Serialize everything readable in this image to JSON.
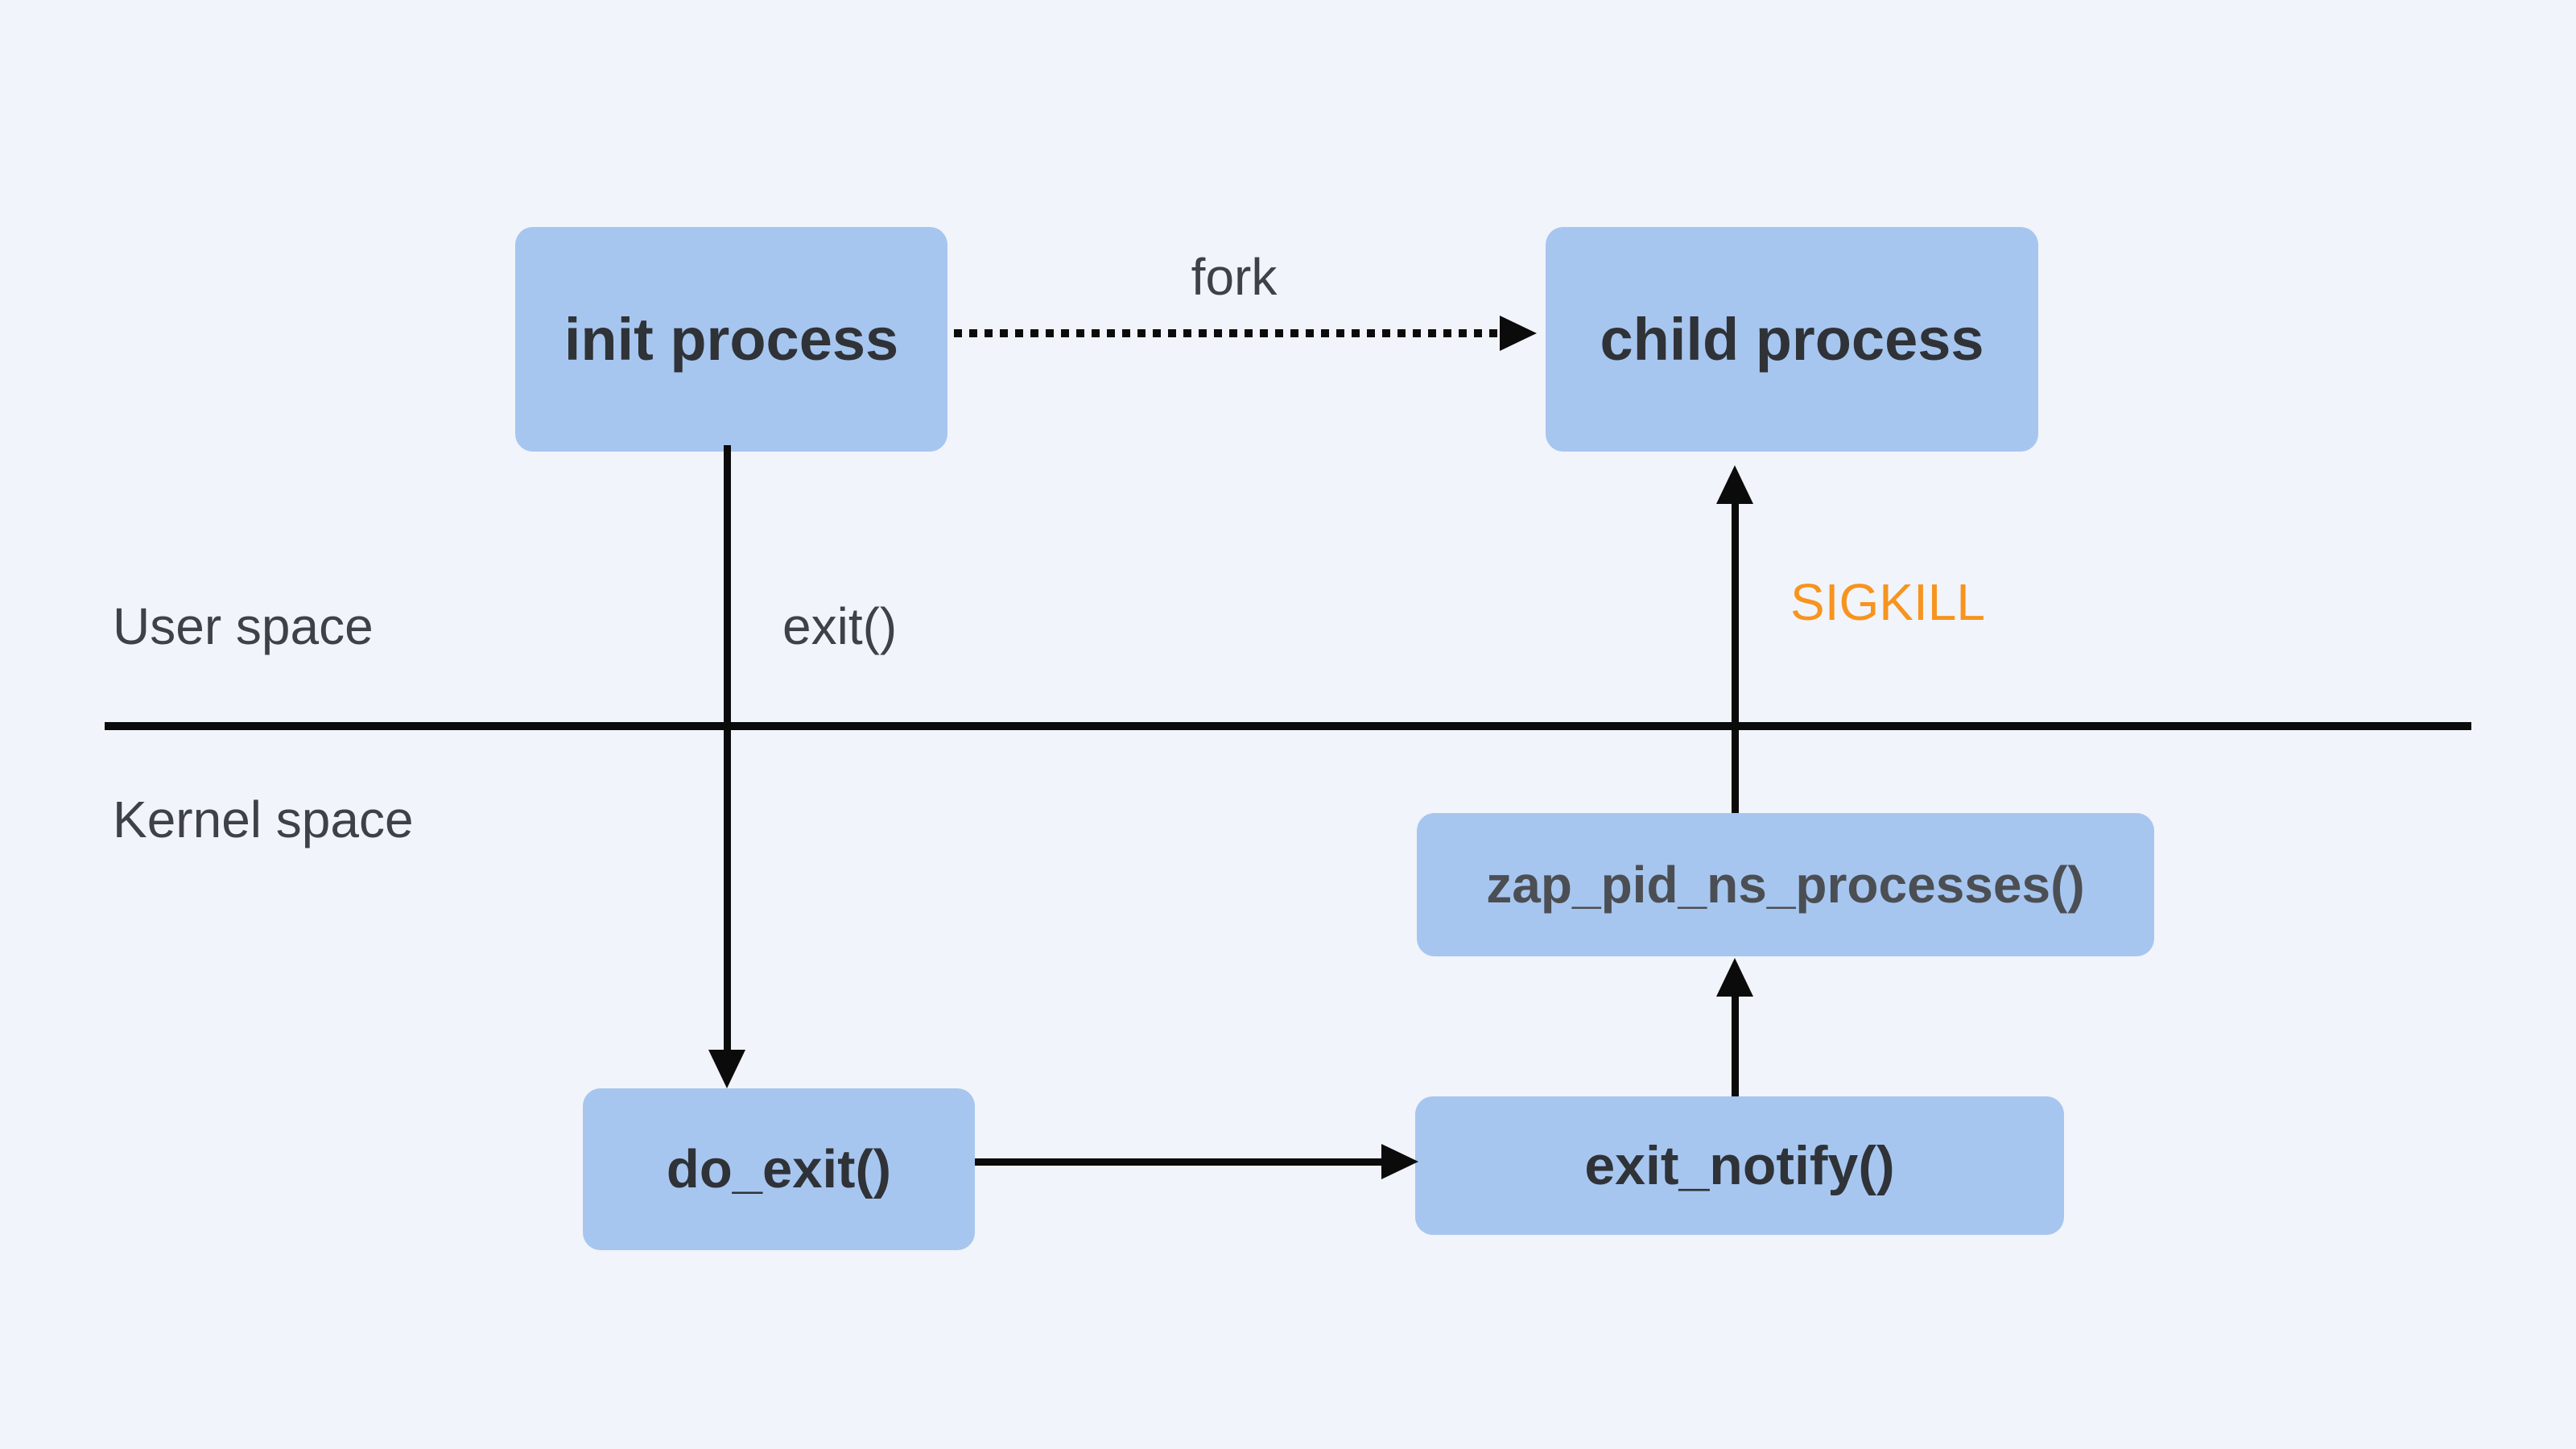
{
  "diagram": {
    "regions": {
      "user_space_label": "User space",
      "kernel_space_label": "Kernel space"
    },
    "nodes": {
      "init": {
        "label": "init process"
      },
      "child": {
        "label": "child process"
      },
      "do_exit": {
        "label": "do_exit()"
      },
      "exit_notify": {
        "label": "exit_notify()"
      },
      "zap": {
        "label": "zap_pid_ns_processes()"
      }
    },
    "edges": {
      "fork": {
        "label": "fork",
        "style": "dotted"
      },
      "exit": {
        "label": "exit()",
        "style": "solid"
      },
      "do_exit_to_exit_notify": {
        "label": "",
        "style": "solid"
      },
      "exit_notify_to_zap": {
        "label": "",
        "style": "solid"
      },
      "sigkill": {
        "label": "SIGKILL",
        "style": "solid"
      }
    }
  },
  "colors": {
    "background": "#f1f4fa",
    "node_fill": "#a7c6ef",
    "node_text": "#2f3237",
    "node_text_soft": "#4b4e53",
    "line": "#0b0b0c",
    "annotation_text": "#3e4248",
    "sigkill": "#f7941e"
  }
}
